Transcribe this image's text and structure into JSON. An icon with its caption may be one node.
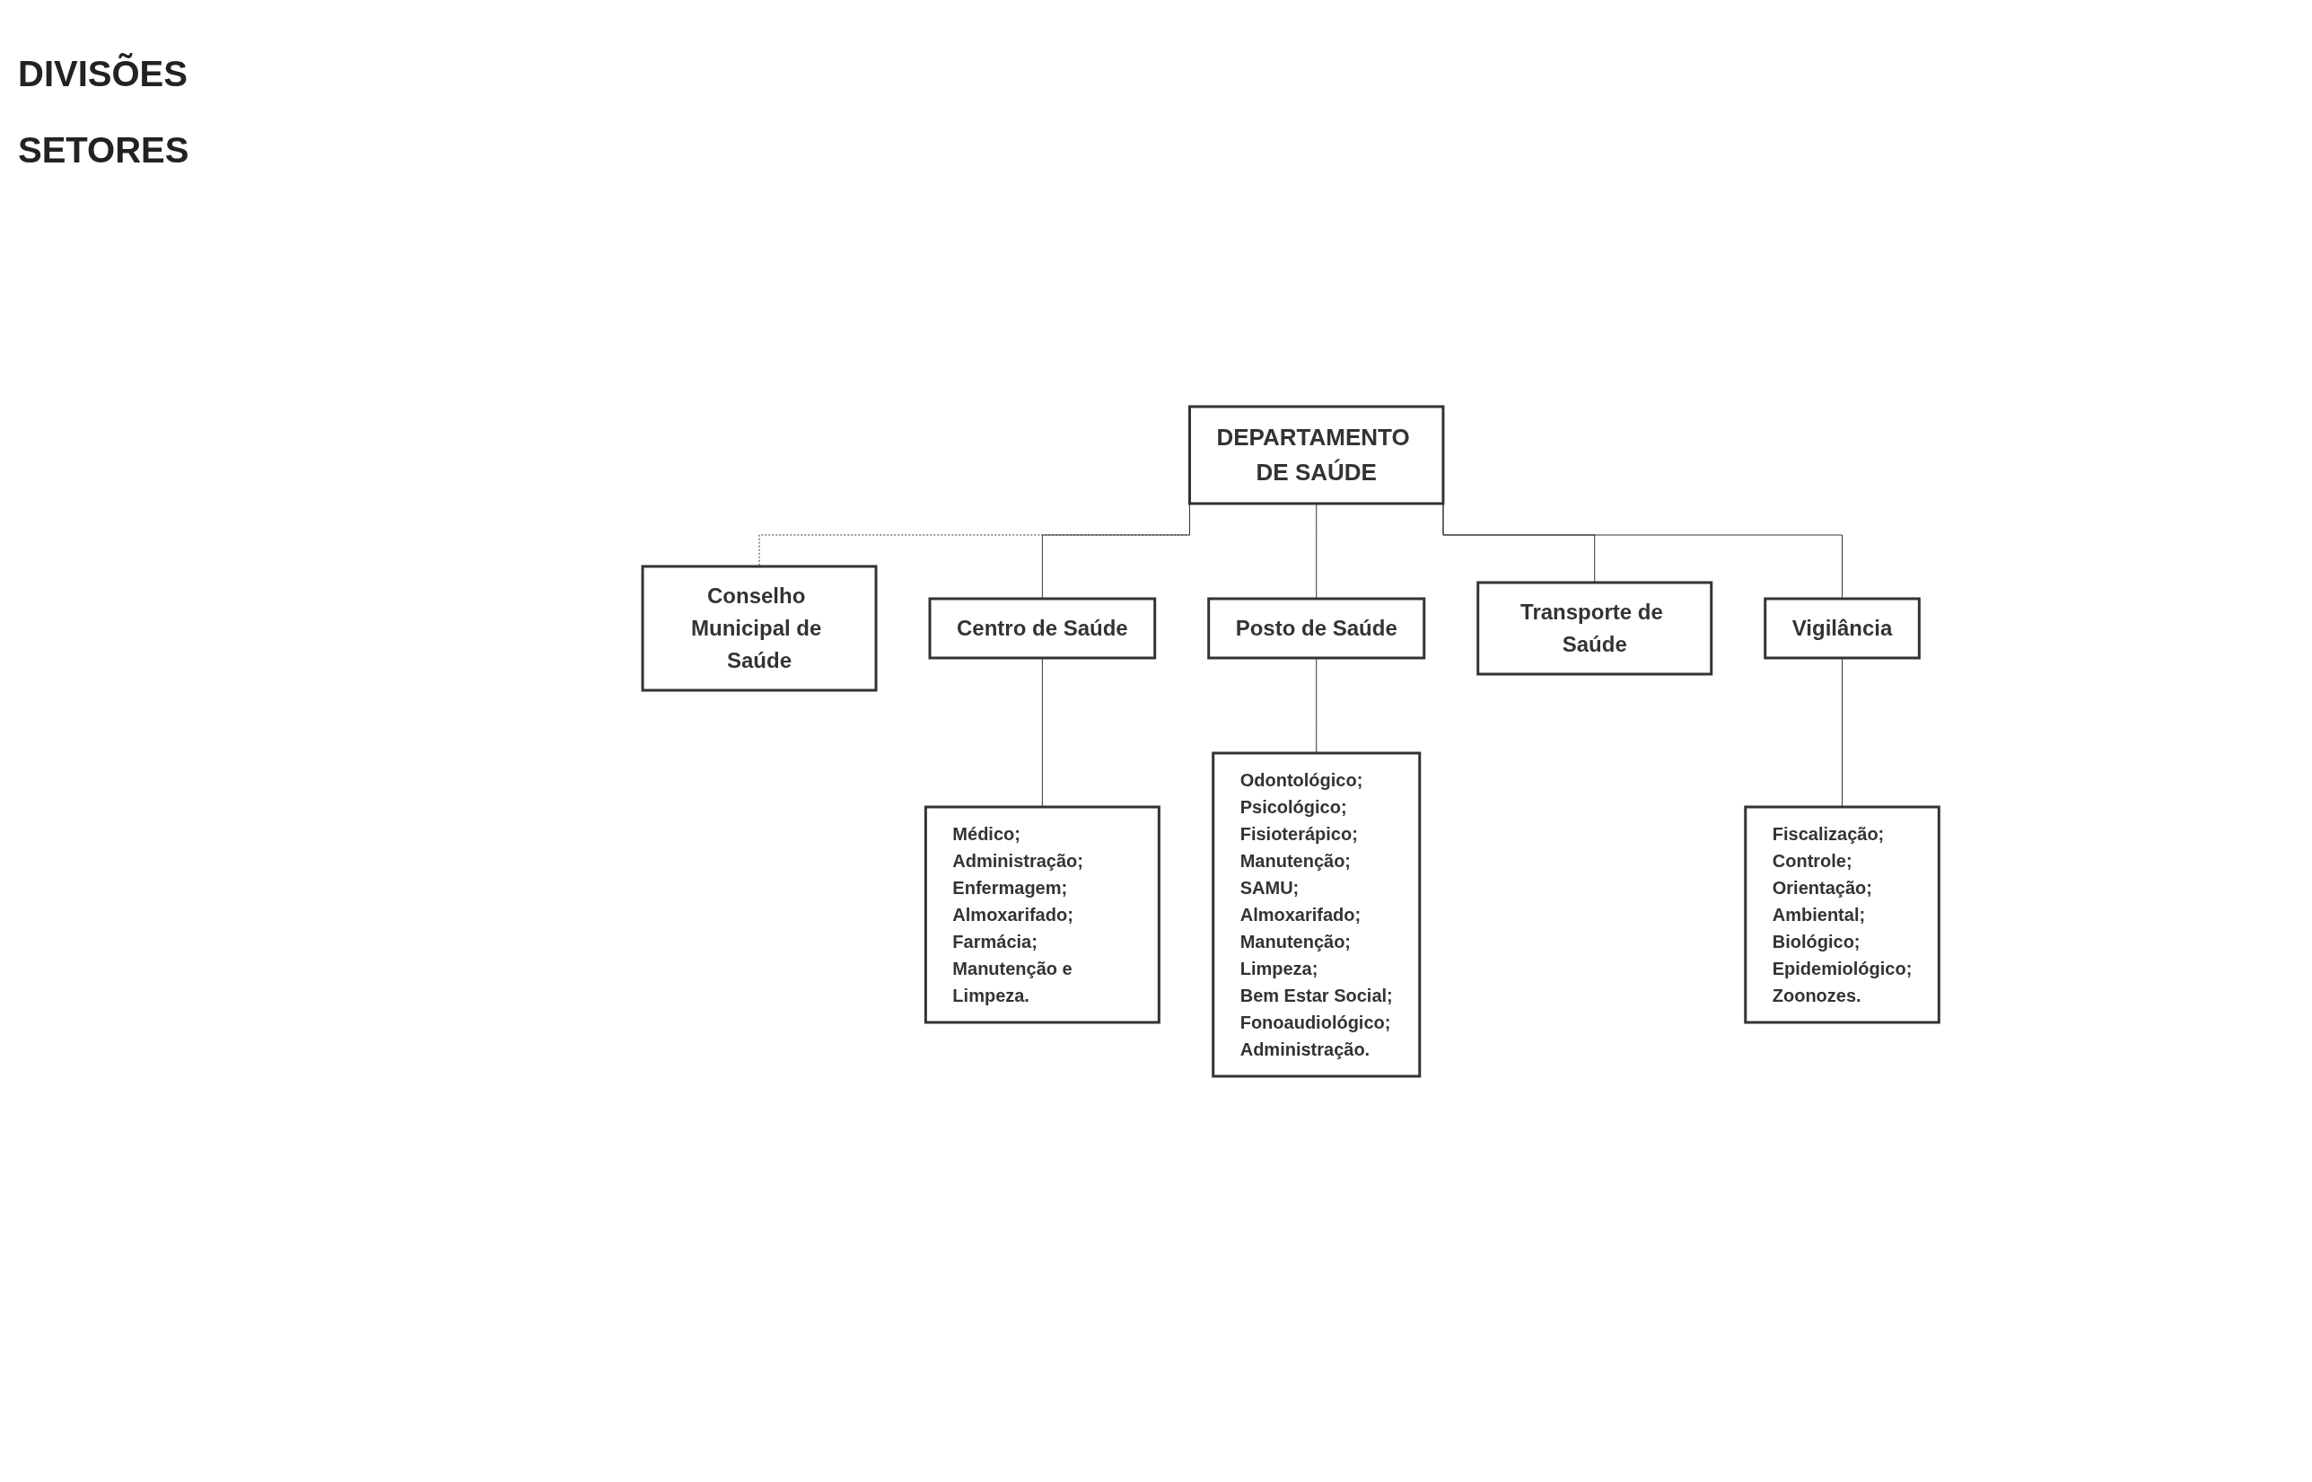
{
  "diagram": {
    "nodes": [
      {
        "text": [
          "DEPARTAMENTO DE SAÚDE"
        ]
      },
      {
        "text": [
          "Conselho Municipal de Saúde"
        ]
      },
      {
        "text": [
          "Centro de Saúde"
        ]
      },
      {
        "text": [
          "Posto de Saúde"
        ]
      },
      {
        "text": [
          "Transporte de Saúde"
        ]
      },
      {
        "text": [
          "Vigilância"
        ]
      },
      {
        "text": [
          "Médico;",
          "Administração;",
          "Enfermagem;",
          "Almoxarifado;",
          "Farmácia;",
          "Manutenção e Limpeza."
        ]
      },
      {
        "text": [
          "Odontológico;",
          "Psicológico;",
          "Fisioterápico;",
          "Manutenção;",
          "SAMU;",
          "Almoxarifado;",
          "Manutenção;",
          "Limpeza;",
          "Bem Estar Social;",
          "Fonoaudiológico;",
          "Administração."
        ]
      },
      {
        "text": [
          "Fiscalização;",
          "Controle;",
          "Orientação;",
          "Ambiental;",
          "Biológico;",
          "Epidemiológico;",
          "Zoonozes."
        ]
      }
    ],
    "edges": [
      {
        "from": 0,
        "to": 1,
        "arrow": "none",
        "style": "dashed"
      },
      {
        "from": 0,
        "to": 2,
        "arrow": "none"
      },
      {
        "from": 0,
        "to": 3,
        "arrow": "none"
      },
      {
        "from": 0,
        "to": 4,
        "arrow": "none"
      },
      {
        "from": 0,
        "to": 5,
        "arrow": "none"
      },
      {
        "from": 2,
        "to": 6,
        "arrow": "none"
      },
      {
        "from": 3,
        "to": 7,
        "arrow": "none"
      },
      {
        "from": 5,
        "to": 8,
        "arrow": "none"
      }
    ],
    "labels": [
      "DIVISÕES",
      "SETORES"
    ]
  }
}
